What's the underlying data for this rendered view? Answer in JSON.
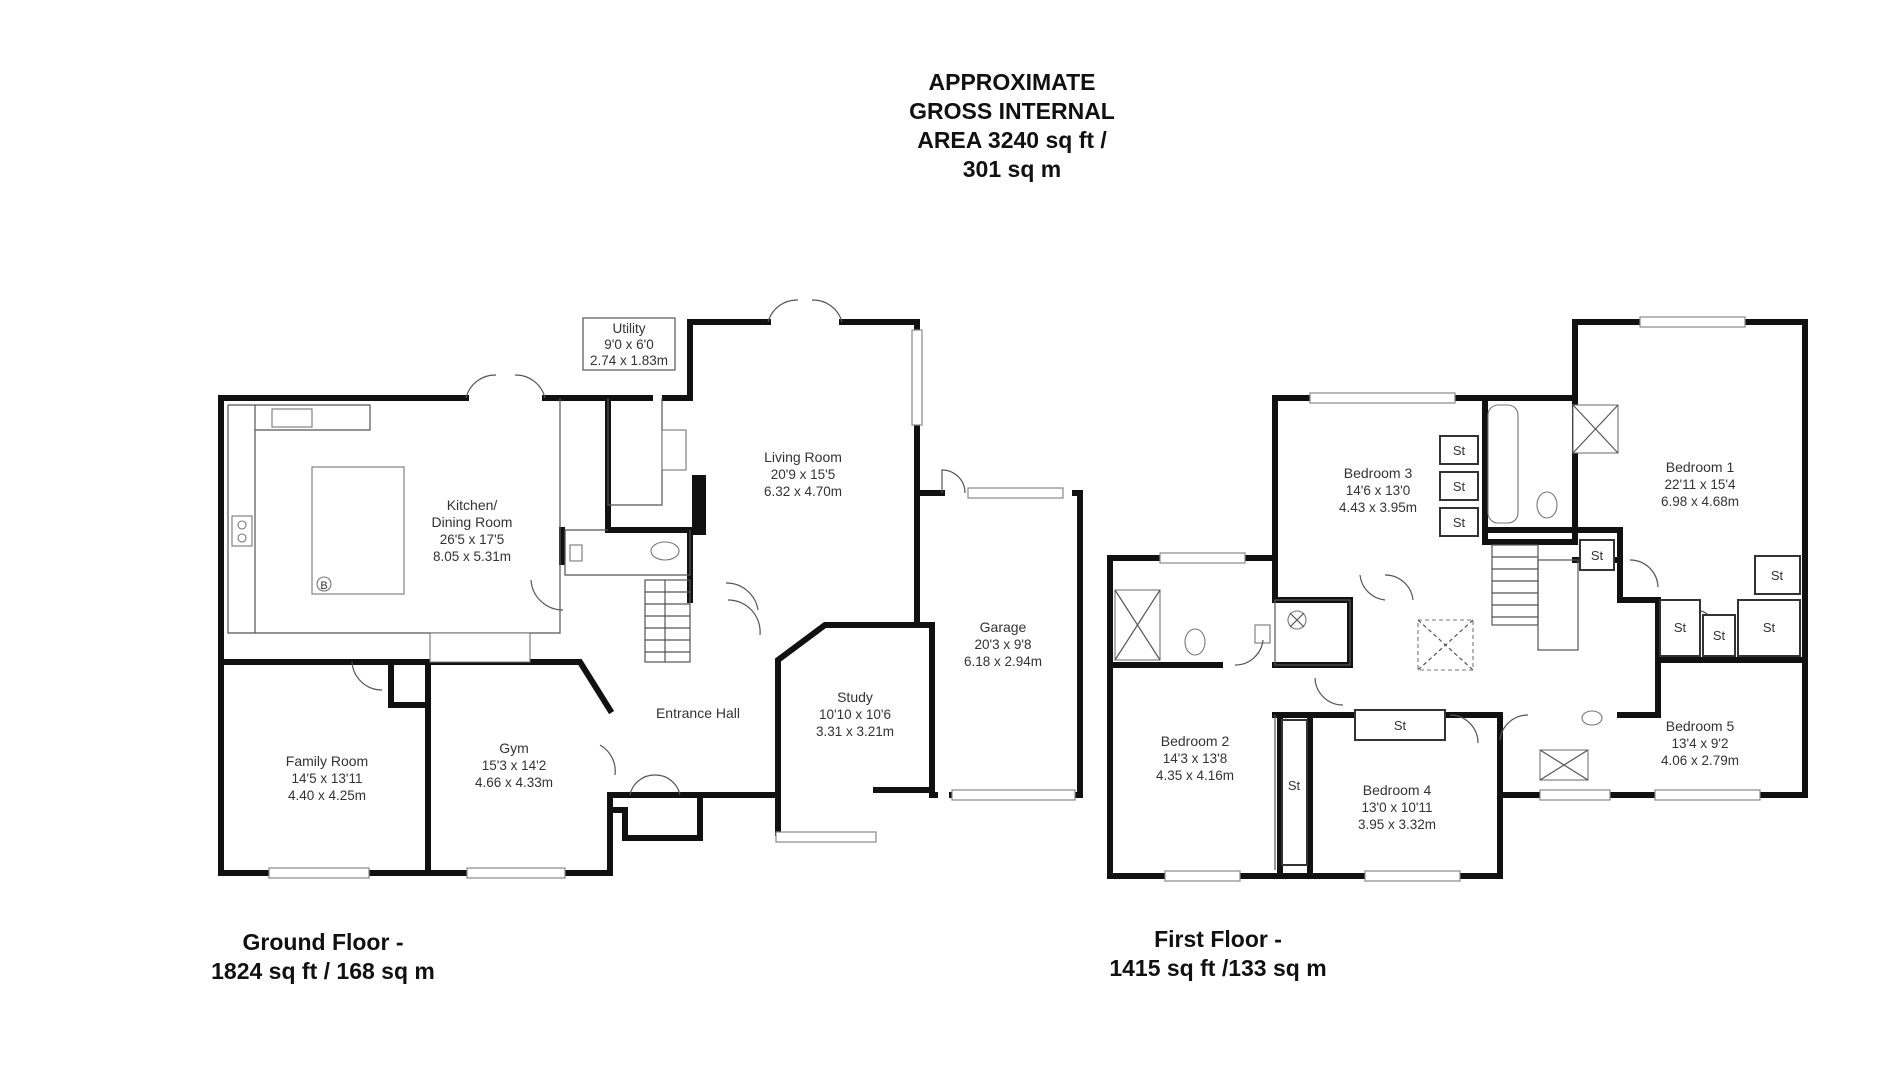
{
  "title": {
    "lines": [
      "APPROXIMATE",
      "GROSS INTERNAL",
      "AREA 3240 sq ft /",
      "301 sq m"
    ]
  },
  "ground_floor": {
    "label_lines": [
      "Ground Floor -",
      "1824 sq ft / 168 sq m"
    ],
    "rooms": {
      "utility": {
        "name": "Utility",
        "imperial": "9'0 x 6'0",
        "metric": "2.74 x 1.83m"
      },
      "kitchen": {
        "name_lines": [
          "Kitchen/",
          "Dining Room"
        ],
        "imperial": "26'5 x 17'5",
        "metric": "8.05 x 5.31m"
      },
      "living": {
        "name": "Living Room",
        "imperial": "20'9 x 15'5",
        "metric": "6.32 x 4.70m"
      },
      "garage": {
        "name": "Garage",
        "imperial": "20'3 x 9'8",
        "metric": "6.18 x 2.94m"
      },
      "study": {
        "name": "Study",
        "imperial": "10'10 x 10'6",
        "metric": "3.31 x 3.21m"
      },
      "entrance": {
        "name": "Entrance Hall"
      },
      "gym": {
        "name": "Gym",
        "imperial": "15'3 x 14'2",
        "metric": "4.66 x 4.33m"
      },
      "family": {
        "name": "Family Room",
        "imperial": "14'5 x 13'11",
        "metric": "4.40 x 4.25m"
      }
    },
    "boiler_symbol": "B"
  },
  "first_floor": {
    "label_lines": [
      "First Floor -",
      "1415 sq ft /133 sq m"
    ],
    "rooms": {
      "bedroom1": {
        "name": "Bedroom 1",
        "imperial": "22'11 x 15'4",
        "metric": "6.98 x 4.68m"
      },
      "bedroom2": {
        "name": "Bedroom 2",
        "imperial": "14'3 x 13'8",
        "metric": "4.35 x 4.16m"
      },
      "bedroom3": {
        "name": "Bedroom 3",
        "imperial": "14'6 x 13'0",
        "metric": "4.43 x 3.95m"
      },
      "bedroom4": {
        "name": "Bedroom 4",
        "imperial": "13'0 x 10'11",
        "metric": "3.95 x 3.32m"
      },
      "bedroom5": {
        "name": "Bedroom 5",
        "imperial": "13'4 x 9'2",
        "metric": "4.06 x 2.79m"
      }
    },
    "storage_label": "St"
  }
}
